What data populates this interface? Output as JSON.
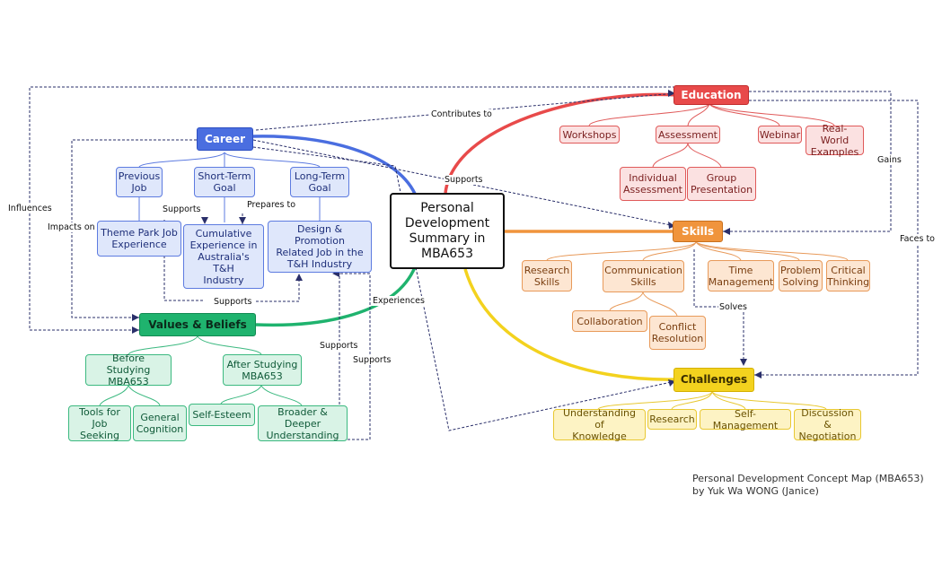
{
  "center": {
    "label": "Personal\nDevelopment\nSummary in\nMBA653"
  },
  "categories": {
    "education": "Education",
    "career": "Career",
    "skills": "Skills",
    "values": "Values & Beliefs",
    "challenges": "Challenges"
  },
  "education": {
    "workshops": "Workshops",
    "assessment": "Assessment",
    "webinar": "Webinar",
    "real_world": "Real-World\nExamples",
    "individual": "Individual\nAssessment",
    "group": "Group\nPresentation"
  },
  "career": {
    "previous": "Previous\nJob",
    "short_term": "Short-Term\nGoal",
    "long_term": "Long-Term\nGoal",
    "theme_park": "Theme Park Job\nExperience",
    "cumulative": "Cumulative\nExperience in\nAustralia's T&H\nIndustry",
    "design": "Design & Promotion\nRelated Job in the\nT&H Industry"
  },
  "skills": {
    "research": "Research\nSkills",
    "communication": "Communication\nSkills",
    "time": "Time\nManagement",
    "problem": "Problem\nSolving",
    "critical": "Critical\nThinking",
    "collaboration": "Collaboration",
    "conflict": "Conflict\nResolution"
  },
  "values": {
    "before": "Before Studying\nMBA653",
    "after": "After Studying\nMBA653",
    "tools": "Tools for\nJob Seeking",
    "cognition": "General\nCognition",
    "esteem": "Self-Esteem",
    "broader": "Broader & Deeper\nUnderstanding"
  },
  "challenges": {
    "understanding": "Understanding of\nKnowledge",
    "research": "Research",
    "self_mgmt": "Self-Management",
    "discussion": "Discussion &\nNegotiation"
  },
  "links": {
    "contributes_to": "Contributes to",
    "supports_skills": "Supports",
    "influences": "Influences",
    "impacts_on": "Impacts on",
    "supports_cum": "Supports",
    "prepares_to": "Prepares to",
    "supports_design": "Supports",
    "experiences": "Experiences",
    "supports_1": "Supports",
    "supports_2": "Supports",
    "gains": "Gains",
    "faces_to": "Faces to",
    "solves": "Solves"
  },
  "credit": {
    "line1": "Personal Development Concept Map (MBA653)",
    "line2": "by Yuk Wa WONG (Janice)"
  },
  "colors": {
    "career": "#4a6ee0",
    "education": "#e84a4a",
    "skills": "#f0943c",
    "values": "#1fb36e",
    "challenges": "#f3d21e"
  }
}
